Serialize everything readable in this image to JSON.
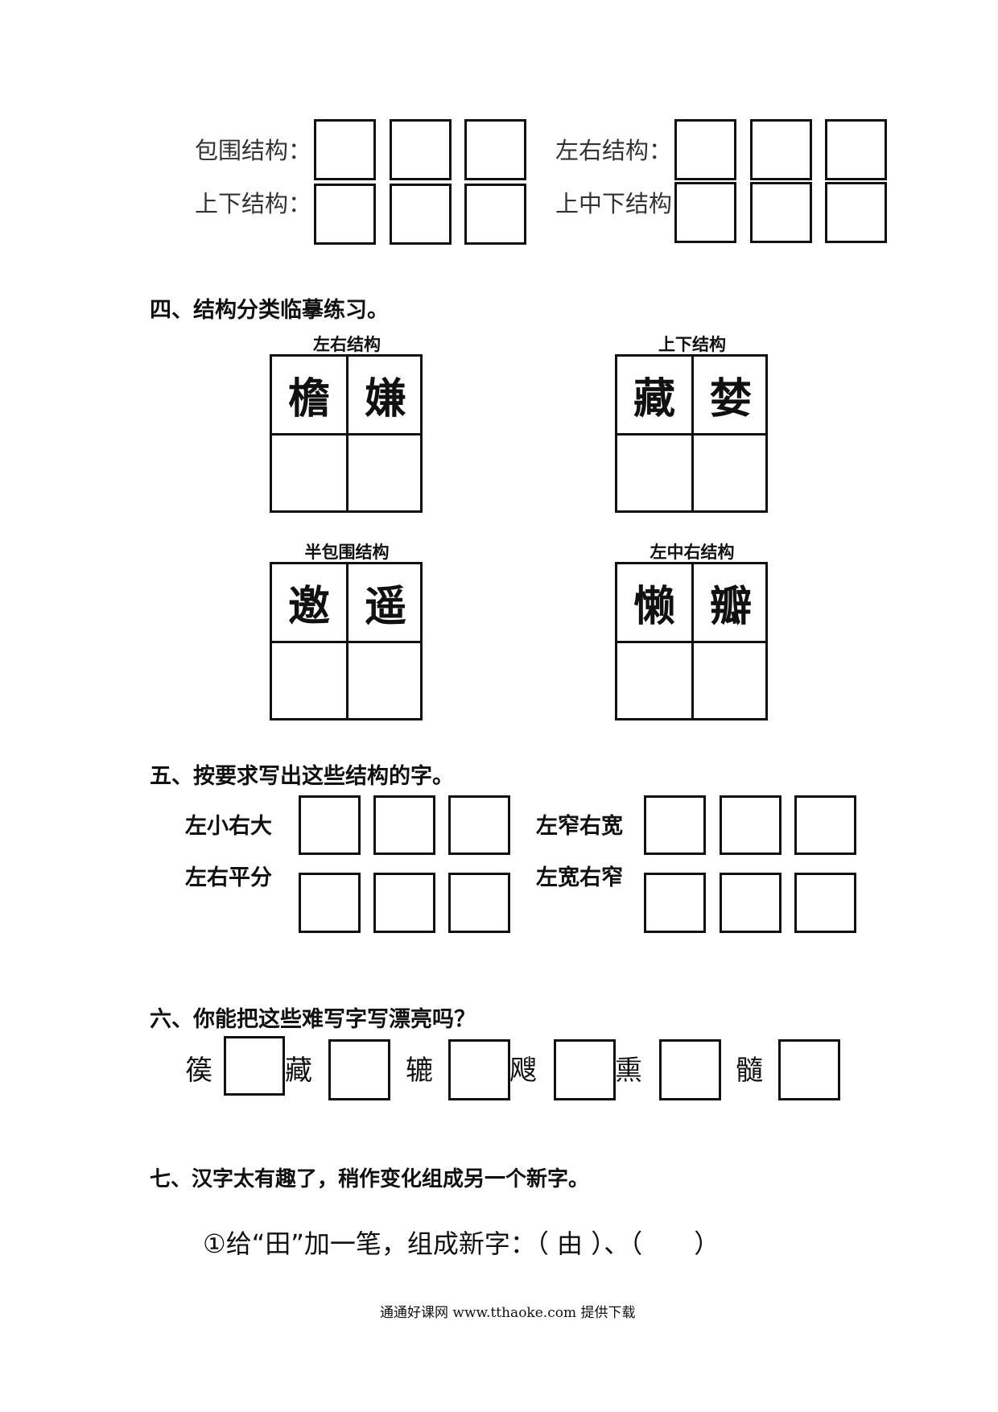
{
  "section3": {
    "rows": [
      {
        "left_label": "包围结构：",
        "right_label": "左右结构："
      },
      {
        "left_label": "上下结构：",
        "right_label": "上中下结构："
      }
    ]
  },
  "section4": {
    "heading": "四、结构分类临摹练习。",
    "grids": [
      {
        "title": "左右结构",
        "chars": [
          "檐",
          "嫌"
        ]
      },
      {
        "title": "上下结构",
        "chars": [
          "藏",
          "婪"
        ]
      },
      {
        "title": "半包围结构",
        "chars": [
          "邀",
          "遥"
        ]
      },
      {
        "title": "左中右结构",
        "chars": [
          "懒",
          "瓣"
        ]
      }
    ]
  },
  "section5": {
    "heading": "五、按要求写出这些结构的字。",
    "labels": [
      "左小右大",
      "左窄右宽",
      "左右平分",
      "左宽右窄"
    ]
  },
  "section6": {
    "heading": "六、你能把这些难写字写漂亮吗？",
    "chars": [
      "篌",
      "藏",
      "辘",
      "飕",
      "熏",
      "髓"
    ]
  },
  "section7": {
    "heading": "七、汉字太有趣了，稍作变化组成另一个新字。",
    "item1": "①给“田”加一笔，组成新字：（ 由 ）、（　　）"
  },
  "footer": {
    "text": "通通好课网 www.tthaoke.com 提供下载"
  }
}
